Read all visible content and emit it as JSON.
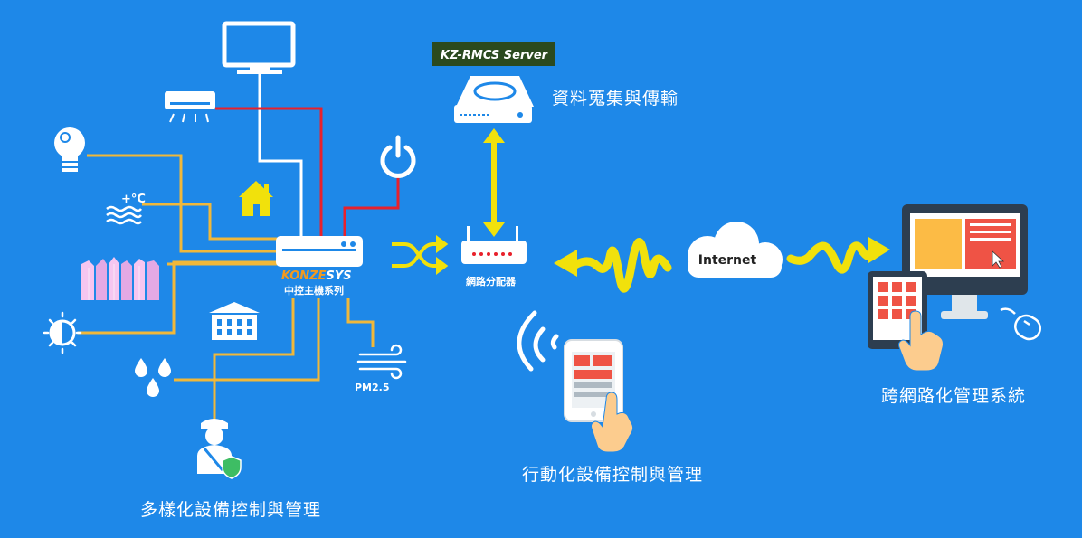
{
  "server": {
    "badge": "KZ-RMCS Server",
    "caption": "資料蒐集與傳輸"
  },
  "router": {
    "caption": "網路分配器"
  },
  "controller": {
    "brand_left": "KONZE",
    "brand_right": "SYS",
    "caption": "中控主機系列"
  },
  "internet": {
    "label": "Internet"
  },
  "sensors": {
    "temp_label": "+°C",
    "pm_label": "PM2.5"
  },
  "captions": {
    "devices": "多樣化設備控制與管理",
    "mobile": "行動化設備控制與管理",
    "cross_network": "跨網路化管理系統"
  },
  "colors": {
    "background": "#1e88e8",
    "yellow": "#f1e10c",
    "wire_yellow": "#f0b83a",
    "wire_red": "#e8212b",
    "wire_white": "#ffffff",
    "badge": "#2b4a1f"
  }
}
